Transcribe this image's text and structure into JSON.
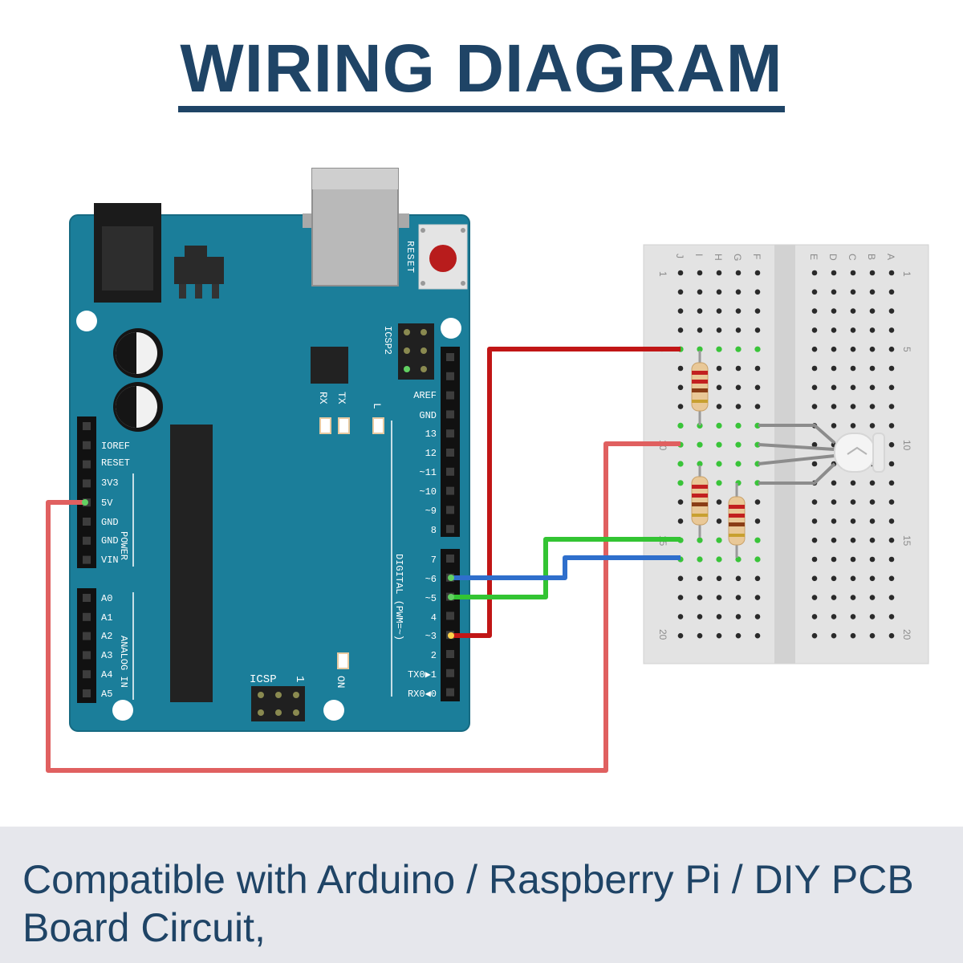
{
  "title": "WIRING DIAGRAM",
  "caption": "Compatible with Arduino / Raspberry Pi / DIY PCB Board Circuit,",
  "colors": {
    "title": "#1f4466",
    "board": "#1b7e9a",
    "breadboard": "#e3e3e3",
    "wire_red_dark": "#c11616",
    "wire_red_light": "#e06060",
    "wire_green": "#33c433",
    "wire_blue": "#2f6fcc",
    "footer_bg": "#e6e7ec"
  },
  "board": {
    "reset_label": "RESET",
    "icsp2_label": "ICSP2",
    "icsp_label": "ICSP",
    "icsp_pin1": "1",
    "rx_label": "RX",
    "tx_label": "TX",
    "l_label": "L",
    "on_label": "ON",
    "power_label": "POWER",
    "analog_label": "ANALOG IN",
    "digital_label": "DIGITAL (PWM=~)",
    "power_pins": [
      "IOREF",
      "RESET",
      "3V3",
      "5V",
      "GND",
      "GND",
      "VIN"
    ],
    "analog_pins": [
      "A0",
      "A1",
      "A2",
      "A3",
      "A4",
      "A5"
    ],
    "digital_pins_top": [
      "AREF",
      "GND",
      "13",
      "12",
      "~11",
      "~10",
      "~9",
      "8"
    ],
    "digital_pins_bottom": [
      "7",
      "~6",
      "~5",
      "4",
      "~3",
      "2",
      "TX0▶1",
      "RX0◀0"
    ]
  },
  "breadboard": {
    "cols_left": [
      "J",
      "I",
      "H",
      "G",
      "F"
    ],
    "cols_right": [
      "E",
      "D",
      "C",
      "B",
      "A"
    ],
    "row_numbers": [
      "1",
      "5",
      "10",
      "15",
      "20"
    ]
  }
}
